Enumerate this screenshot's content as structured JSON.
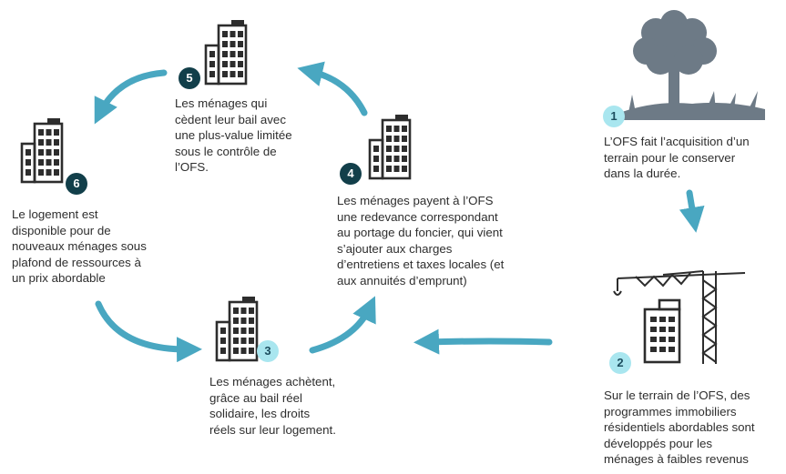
{
  "colors": {
    "arrow": "#49a7c1",
    "icon": "#2d2d2d",
    "badge_light": "#a9e6ef",
    "badge_dark": "#123f4a"
  },
  "steps": [
    {
      "number": "1",
      "icon": "tree-icon",
      "lines": [
        "L’OFS fait l’acquisition d’un",
        "terrain pour le conserver",
        "dans la durée."
      ]
    },
    {
      "number": "2",
      "icon": "building-crane-icon",
      "lines": [
        "Sur le terrain de l’OFS, des",
        "programmes immobiliers",
        "résidentiels abordables sont",
        "développés pour les",
        "ménages à faibles revenus"
      ]
    },
    {
      "number": "3",
      "icon": "building-icon",
      "lines": [
        "Les ménages achètent,",
        "grâce au bail réel",
        "solidaire, les droits",
        "réels sur leur logement."
      ]
    },
    {
      "number": "4",
      "icon": "building-icon",
      "lines": [
        "Les ménages payent à l’OFS",
        "une redevance correspondant",
        "au portage du foncier, qui vient",
        "s’ajouter aux charges",
        "d’entretiens et taxes locales (et",
        "aux annuités d’emprunt)"
      ]
    },
    {
      "number": "5",
      "icon": "building-icon",
      "lines": [
        "Les ménages qui",
        "cèdent leur bail avec",
        "une plus-value limitée",
        "sous le contrôle de",
        "l’OFS."
      ]
    },
    {
      "number": "6",
      "icon": "building-icon",
      "lines": [
        "Le logement est",
        "disponible pour de",
        "nouveaux ménages sous",
        "plafond de ressources à",
        "un prix abordable"
      ]
    }
  ]
}
